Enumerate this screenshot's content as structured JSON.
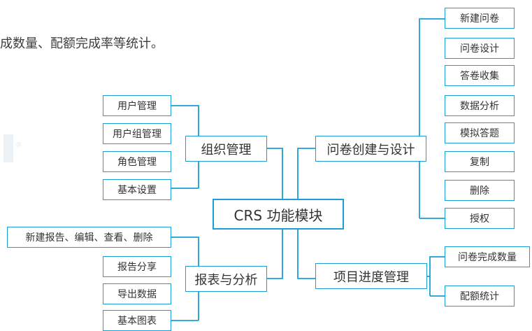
{
  "intro_text": "成数量、配额完成率等统计。",
  "watermark_reg": "®",
  "root": {
    "label": "CRS 功能模块"
  },
  "branches": {
    "org": {
      "label": "组织管理",
      "items": [
        "用户管理",
        "用户组管理",
        "角色管理",
        "基本设置"
      ]
    },
    "questionnaire": {
      "label": "问卷创建与设计",
      "items": [
        "新建问卷",
        "问卷设计",
        "答卷收集",
        "数据分析",
        "模拟答题",
        "复制",
        "删除",
        "授权"
      ]
    },
    "report": {
      "label": "报表与分析",
      "items": [
        "新建报告、编辑、查看、删除",
        "报告分享",
        "导出数据",
        "基本图表"
      ]
    },
    "progress": {
      "label": "项目进度管理",
      "items": [
        "问卷完成数量",
        "配额统计"
      ]
    }
  },
  "colors": {
    "line": "#1a9fd6",
    "border": "#1a9fd6",
    "text": "#333333"
  }
}
